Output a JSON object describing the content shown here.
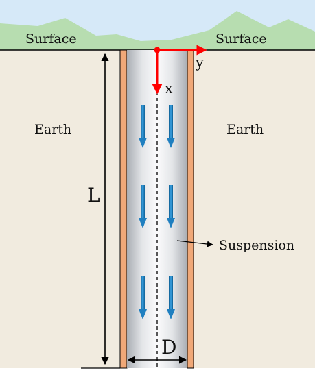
{
  "labels": {
    "surface_left": "Surface",
    "surface_right": "Surface",
    "earth_left": "Earth",
    "earth_right": "Earth",
    "length": "L",
    "diameter": "D",
    "x_axis": "x",
    "y_axis": "y",
    "suspension": "Suspension"
  },
  "colors": {
    "sky": "#d6e9f8",
    "hills": "#b7ddb0",
    "earth": "#f1ebdf",
    "casing": "#f0a878",
    "axes": "#ff0000",
    "flow_arrows": "#1f7fc0"
  }
}
